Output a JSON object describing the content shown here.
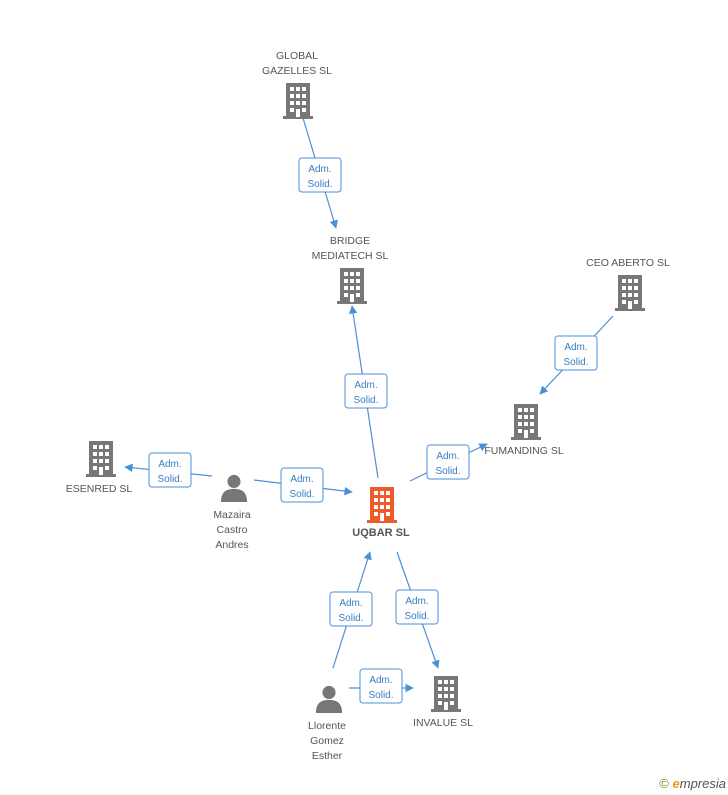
{
  "nodes": [
    {
      "id": "global",
      "type": "company",
      "lines": [
        "GLOBAL",
        "GAZELLES SL"
      ],
      "color": "#777777"
    },
    {
      "id": "bridge",
      "type": "company",
      "lines": [
        "BRIDGE",
        "MEDIATECH SL"
      ],
      "color": "#777777"
    },
    {
      "id": "ceo",
      "type": "company",
      "lines": [
        "CEO ABERTO  SL"
      ],
      "color": "#777777"
    },
    {
      "id": "fumanding",
      "type": "company",
      "lines": [
        "FUMANDING  SL"
      ],
      "color": "#777777"
    },
    {
      "id": "esenred",
      "type": "company",
      "lines": [
        "ESENRED SL"
      ],
      "color": "#777777"
    },
    {
      "id": "mazaira",
      "type": "person",
      "lines": [
        "Mazaira",
        "Castro",
        "Andres"
      ],
      "color": "#777777"
    },
    {
      "id": "uqbar",
      "type": "company",
      "lines": [
        "UQBAR SL"
      ],
      "color": "#f05a28",
      "main": true
    },
    {
      "id": "invalue",
      "type": "company",
      "lines": [
        "INVALUE SL"
      ],
      "color": "#777777"
    },
    {
      "id": "llorente",
      "type": "person",
      "lines": [
        "Llorente",
        "Gomez",
        "Esther"
      ],
      "color": "#777777"
    }
  ],
  "edges": [
    {
      "from": "global",
      "to": "bridge",
      "label": [
        "Adm.",
        "Solid."
      ]
    },
    {
      "from": "uqbar",
      "to": "bridge",
      "label": [
        "Adm.",
        "Solid."
      ]
    },
    {
      "from": "ceo",
      "to": "fumanding",
      "label": [
        "Adm.",
        "Solid."
      ]
    },
    {
      "from": "uqbar",
      "to": "fumanding",
      "label": [
        "Adm.",
        "Solid."
      ]
    },
    {
      "from": "mazaira",
      "to": "esenred",
      "label": [
        "Adm.",
        "Solid."
      ]
    },
    {
      "from": "mazaira",
      "to": "uqbar",
      "label": [
        "Adm.",
        "Solid."
      ]
    },
    {
      "from": "llorente",
      "to": "uqbar",
      "label": [
        "Adm.",
        "Solid."
      ]
    },
    {
      "from": "uqbar",
      "to": "invalue",
      "label": [
        "Adm.",
        "Solid."
      ]
    },
    {
      "from": "llorente",
      "to": "invalue",
      "label": [
        "Adm.",
        "Solid."
      ]
    }
  ],
  "footer": {
    "copyright": "©",
    "brand_initial": "e",
    "brand_rest": "mpresia"
  }
}
